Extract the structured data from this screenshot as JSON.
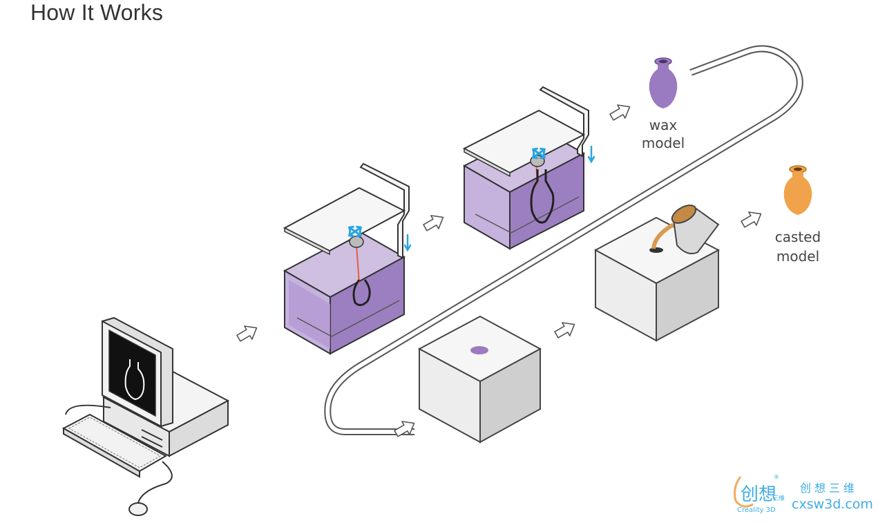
{
  "page": {
    "title": "How It Works"
  },
  "labels": {
    "wax_model": [
      "wax",
      "model"
    ],
    "casted_model": [
      "casted",
      "model"
    ]
  },
  "watermark": {
    "brand_cn": "创想",
    "brand_en": "Creality 3D",
    "small_cn": "三维",
    "slogan_cn": "创想三维",
    "site": "cxsw3d.com"
  },
  "colors": {
    "resin_purple": "#b59fd0",
    "resin_dark": "#8a6aaa",
    "wax_model": "#9a7ac0",
    "casted_model": "#f0a34a",
    "arrow_blue": "#2aa5e0",
    "laser": "#e06040",
    "block_grey": "#eeeeee"
  },
  "icons": [
    "computer-icon",
    "keyboard-icon",
    "mouse-icon",
    "flow-arrow-icon",
    "vase-icon",
    "crucible-icon"
  ]
}
